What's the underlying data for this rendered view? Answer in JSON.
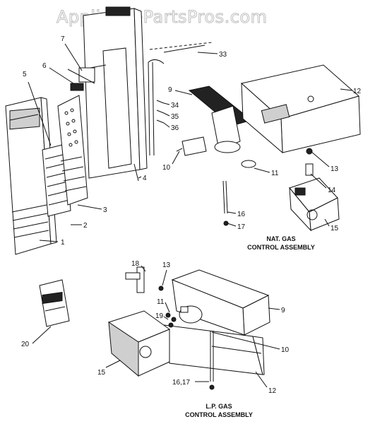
{
  "watermark": "AppliancePartsPros.com",
  "captions": {
    "nat_line1": "NAT. GAS",
    "nat_line2": "CONTROL ASSEMBLY",
    "lp_line1": "L.P. GAS",
    "lp_line2": "CONTROL ASSEMBLY"
  },
  "callouts": [
    {
      "id": "c1",
      "label": "1"
    },
    {
      "id": "c2",
      "label": "2"
    },
    {
      "id": "c3",
      "label": "3"
    },
    {
      "id": "c4",
      "label": "4"
    },
    {
      "id": "c5",
      "label": "5"
    },
    {
      "id": "c6",
      "label": "6"
    },
    {
      "id": "c7",
      "label": "7"
    },
    {
      "id": "c9a",
      "label": "9"
    },
    {
      "id": "c10a",
      "label": "10"
    },
    {
      "id": "c11a",
      "label": "11"
    },
    {
      "id": "c12a",
      "label": "12"
    },
    {
      "id": "c13a",
      "label": "13"
    },
    {
      "id": "c14",
      "label": "14"
    },
    {
      "id": "c15a",
      "label": "15"
    },
    {
      "id": "c16",
      "label": "16"
    },
    {
      "id": "c17",
      "label": "17"
    },
    {
      "id": "c33",
      "label": "33"
    },
    {
      "id": "c34",
      "label": "34"
    },
    {
      "id": "c35",
      "label": "35"
    },
    {
      "id": "c36",
      "label": "36"
    },
    {
      "id": "c18",
      "label": "18"
    },
    {
      "id": "c13b",
      "label": "13"
    },
    {
      "id": "c11b",
      "label": "11"
    },
    {
      "id": "c19",
      "label": "19"
    },
    {
      "id": "c9b",
      "label": "9"
    },
    {
      "id": "c10b",
      "label": "10"
    },
    {
      "id": "c15b",
      "label": "15"
    },
    {
      "id": "c1617",
      "label": "16,17"
    },
    {
      "id": "c12b",
      "label": "12"
    },
    {
      "id": "c20",
      "label": "20"
    }
  ]
}
